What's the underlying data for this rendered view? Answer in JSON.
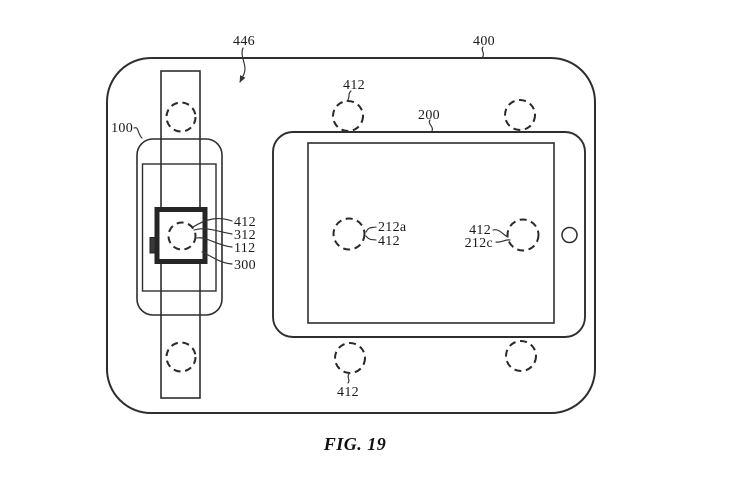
{
  "figure": {
    "caption": "FIG. 19",
    "type_note": "patent line drawing of charging mat with watch and tablet",
    "colors": {
      "line": "#2e2e2e",
      "background": "#ffffff",
      "text": "#1b1b1b"
    },
    "labels": {
      "mat_surface": "446",
      "mat": "400",
      "watch_dock": "100",
      "tablet": "200",
      "coil_top": "412",
      "coil_bottom": "412",
      "watch_callouts": {
        "c412": "412",
        "c312": "312",
        "c112": "112",
        "c300": "300"
      },
      "screen_left_callouts": {
        "c212a": "212a",
        "c412": "412"
      },
      "screen_right_callouts": {
        "c412": "412",
        "c212c": "212c"
      }
    }
  }
}
